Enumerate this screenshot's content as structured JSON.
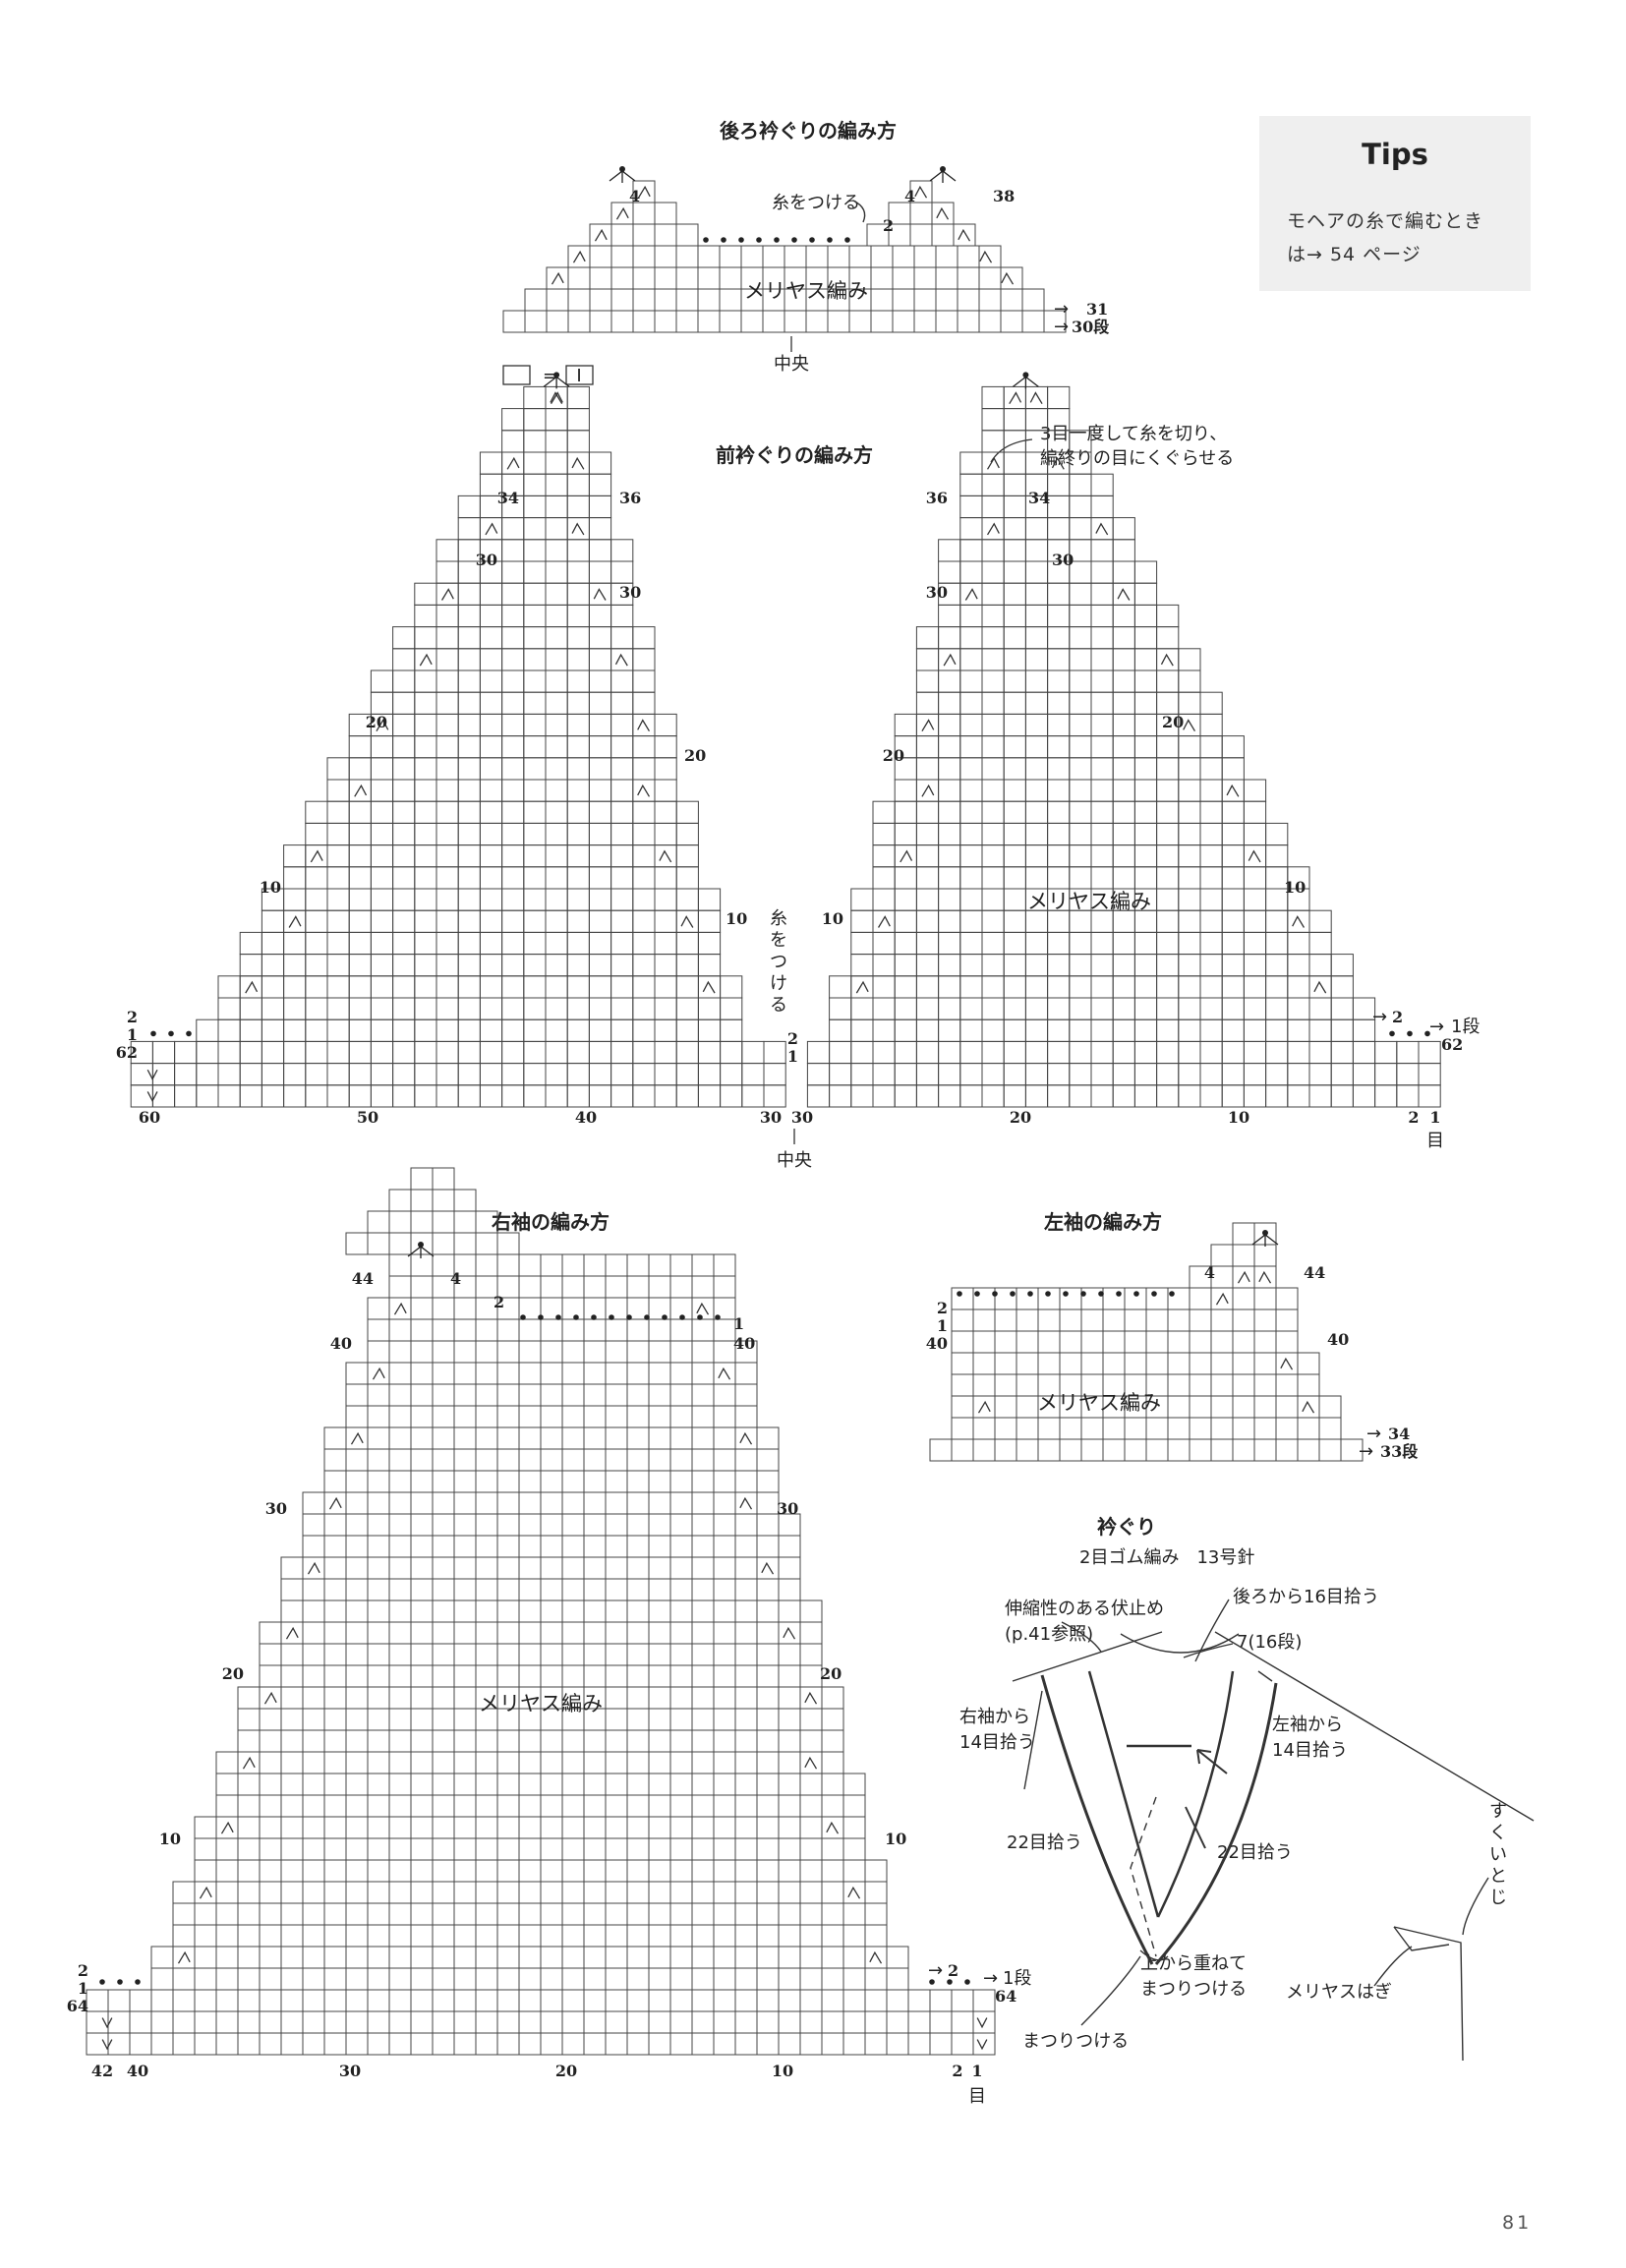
{
  "tips": {
    "title": "Tips",
    "body_line1": "モヘアの糸で編むとき",
    "body_line2": "は→ 54 ページ"
  },
  "page_number": "81",
  "back_neck": {
    "title": "後ろ衿ぐりの編み方",
    "attach_yarn": "糸をつける",
    "stockinette": "メリヤス編み",
    "center": "中央",
    "row_31": "31",
    "row_30": "30段",
    "left_4": "4",
    "right_4": "4",
    "right_38": "38",
    "right_2": "2",
    "legend_eq": "=",
    "legend_sym": "I"
  },
  "front_neck": {
    "title": "前衿ぐりの編み方",
    "note_line1": "3目一度して糸を切り、",
    "note_line2": "編終りの目にくぐらせる",
    "attach_yarn_vertical": "糸をつける",
    "stockinette": "メリヤス編み",
    "center": "中央",
    "unit_stitch": "目",
    "row_unit": "1段",
    "left_rows": [
      "34",
      "30",
      "20",
      "10",
      "2",
      "1",
      "62"
    ],
    "left_rows_right": [
      "36",
      "30",
      "20",
      "10",
      "2",
      "1"
    ],
    "right_rows_left": [
      "36",
      "30",
      "20",
      "10"
    ],
    "right_rows_right": [
      "34",
      "30",
      "20",
      "10",
      "2",
      "62"
    ],
    "bottom_axis": [
      "60",
      "50",
      "40",
      "30",
      "30",
      "20",
      "10",
      "2",
      "1"
    ]
  },
  "right_sleeve": {
    "title": "右袖の編み方",
    "stockinette": "メリヤス編み",
    "rows_left": [
      "44",
      "40",
      "30",
      "20",
      "10",
      "2",
      "1",
      "64"
    ],
    "rows_right": [
      "4",
      "2",
      "1",
      "40",
      "30",
      "20",
      "10",
      "2",
      "64"
    ],
    "row_unit": "1段",
    "unit_stitch": "目",
    "bottom_axis": [
      "42",
      "40",
      "30",
      "20",
      "10",
      "2",
      "1"
    ]
  },
  "left_sleeve": {
    "title": "左袖の編み方",
    "stockinette": "メリヤス編み",
    "rows_left": [
      "2",
      "1",
      "40"
    ],
    "rows_right": [
      "4",
      "44",
      "40",
      "34",
      "33段"
    ]
  },
  "neckband": {
    "title": "衿ぐり",
    "subtitle": "2目ゴム編み　13号針",
    "bind_off": "伸縮性のある伏止め",
    "bind_off_ref": "(p.41参照)",
    "pick_back": "後ろから16目拾う",
    "depth": "7(16段)",
    "pick_right_sleeve_1": "右袖から",
    "pick_right_sleeve_2": "14目拾う",
    "pick_left_sleeve_1": "左袖から",
    "pick_left_sleeve_2": "14目拾う",
    "pick_22_left": "22目拾う",
    "pick_22_right": "22目拾う",
    "overlap_1": "上から重ねて",
    "overlap_2": "まつりつける",
    "slip_stitch": "まつりつける",
    "graft": "メリヤスはぎ",
    "mattress": "すくいとじ"
  }
}
